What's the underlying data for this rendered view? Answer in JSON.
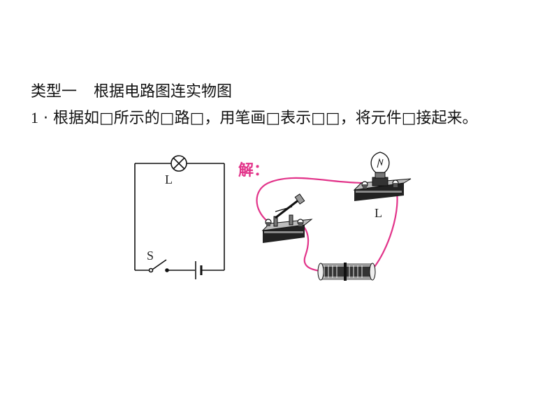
{
  "section": {
    "type_label": "类型一",
    "title": "根据电路图连实物图"
  },
  "question": {
    "number": "1",
    "separator": "·",
    "text": "根据如□所示的□路□，用笔画□表示□□，将元件□接起来。"
  },
  "circuit_diagram": {
    "lamp_label": "L",
    "switch_label": "S"
  },
  "solution": {
    "label": "解：",
    "lamp_label": "L"
  },
  "colors": {
    "wire": "#e2348a",
    "ink": "#111111"
  }
}
